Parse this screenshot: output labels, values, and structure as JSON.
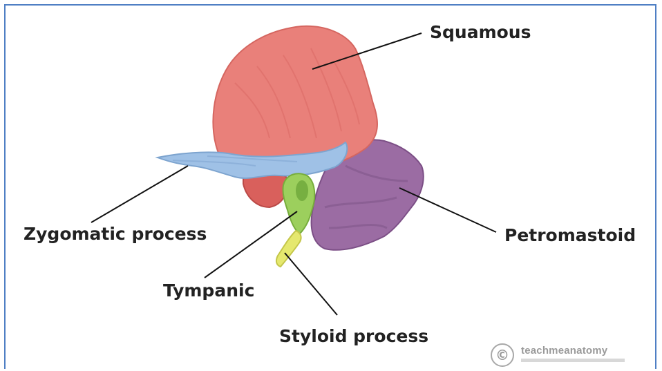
{
  "labels": {
    "squamous": "Squamous",
    "zygomatic": "Zygomatic process",
    "petromastoid": "Petromastoid",
    "tympanic": "Tympanic",
    "styloid": "Styloid process"
  },
  "watermark": {
    "symbol": "©",
    "text": "teachmeanatomy"
  },
  "colors": {
    "squamous": "#e9807a",
    "zygomatic": "#9fc1e6",
    "petromastoid": "#9b6ca3",
    "tympanic": "#9ccf5d",
    "styloid": "#e5e86e",
    "frame": "#4f7fc4"
  }
}
